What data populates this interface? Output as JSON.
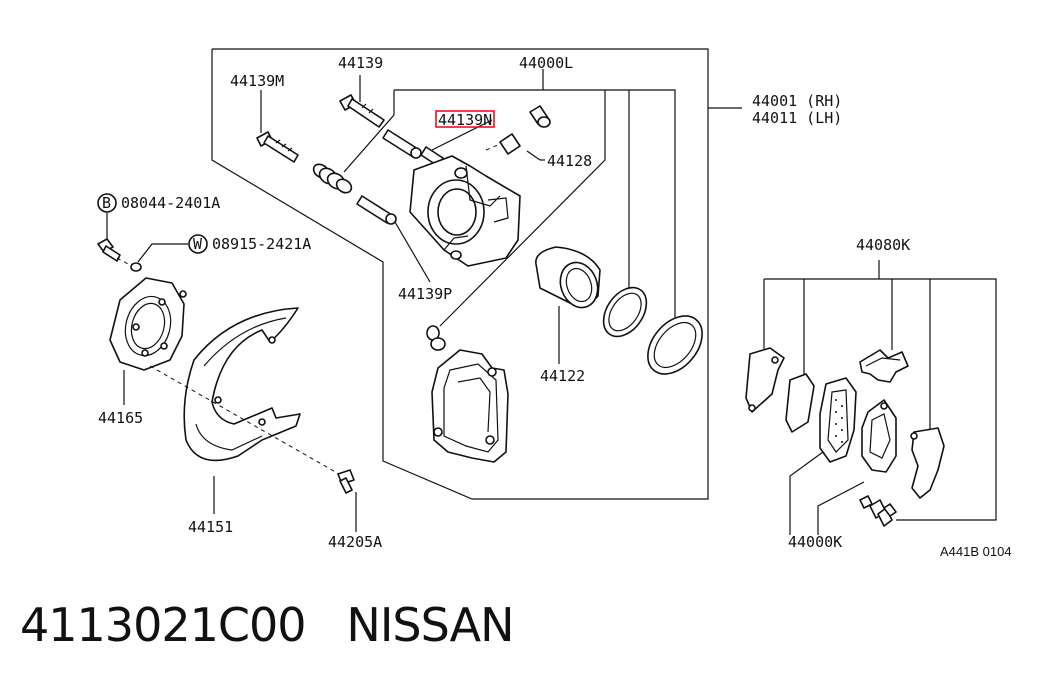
{
  "labels": {
    "p44139": "44139",
    "p44000L": "44000L",
    "p44139M": "44139M",
    "p44139N": "44139N",
    "p44001": "44001 (RH)",
    "p44011": "44011 (LH)",
    "p44128": "44128",
    "p08044": "08044-2401A",
    "p08044_prefix": "B",
    "p08915": "08915-2421A",
    "p08915_prefix": "W",
    "p44139P": "44139P",
    "p44080K": "44080K",
    "p44122": "44122",
    "p44165": "44165",
    "p44151": "44151",
    "p44205A": "44205A",
    "p44000K": "44000K",
    "code": "A441B 0104"
  },
  "highlight_color": "#e8141c",
  "footer": {
    "part_number": "4113021C00",
    "brand": "NISSAN"
  }
}
